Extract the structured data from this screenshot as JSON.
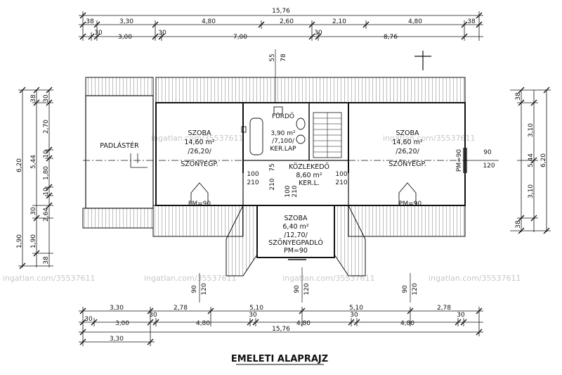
{
  "title": "EMELETI ALAPRAJZ",
  "watermark": "ingatlan.com/35537611",
  "rooms": {
    "attic": {
      "name": "PADLÁSTÉR"
    },
    "left_room": {
      "name": "SZOBA",
      "area": "14,60 m²",
      "ratio": "/26,20/",
      "floor": "SZŐNYEGP."
    },
    "right_room": {
      "name": "SZOBA",
      "area": "14,60 m²",
      "ratio": "/26,20/",
      "floor": "SZŐNYEGP."
    },
    "bathroom": {
      "name": "FÜRDŐ",
      "area": "3,90 m²",
      "ratio": "/7,100/",
      "floor": "KER.LAP"
    },
    "corridor": {
      "name": "KÖZLEKEDŐ",
      "area": "8,60 m²",
      "floor": "KER.L."
    },
    "small_room": {
      "name": "SZOBA",
      "area": "6,40 m²",
      "ratio": "/12,70/",
      "floor": "SZŐNYEGPADLÓ",
      "window": "PM=90"
    }
  },
  "window_labels": {
    "left": "PM=90",
    "right": "PM=90",
    "side": "PM=90",
    "side_w": "90",
    "side_h": "120"
  },
  "openings": {
    "door_left_w": "100",
    "door_left_h": "210",
    "door_right_w": "100",
    "door_right_h": "210",
    "door_bath_w": "75",
    "door_bath_h": "210",
    "door_small_w": "100",
    "door_small_h": "210",
    "top_window_w": "55",
    "top_window_h": "78",
    "bottom_left_w": "90",
    "bottom_left_h": "120",
    "bottom_mid_w": "90",
    "bottom_mid_h": "120",
    "bottom_right_w": "90",
    "bottom_right_h": "120"
  },
  "dims_top": {
    "total": "15,76",
    "row1": [
      "38",
      "3,30",
      "4,80",
      "2,60",
      "2,10",
      "4,80",
      "38"
    ],
    "row2": [
      "30",
      "3,00",
      "30",
      "7,00",
      "30",
      "8,76"
    ]
  },
  "dims_bottom": {
    "row1": [
      "3,30",
      "2,78",
      "5,10",
      "5,10",
      "2,78"
    ],
    "row2": [
      "30",
      "3,00",
      "30",
      "4,80",
      "30",
      "4,80",
      "30",
      "4,80",
      "30"
    ],
    "total": "15,76",
    "row4": [
      "3,30"
    ]
  },
  "dims_left": {
    "outer": "6,20",
    "mid": "5,44",
    "inner": [
      "38",
      "30",
      "2,70",
      "10",
      "1,80",
      "10",
      "30",
      "2,64",
      "1,90",
      "38"
    ],
    "lower": [
      "1,90",
      "1,90"
    ]
  },
  "dims_right": {
    "outer": "6,20",
    "mid": "5,44",
    "inner": [
      "38",
      "3,10",
      "3,10",
      "38"
    ]
  }
}
